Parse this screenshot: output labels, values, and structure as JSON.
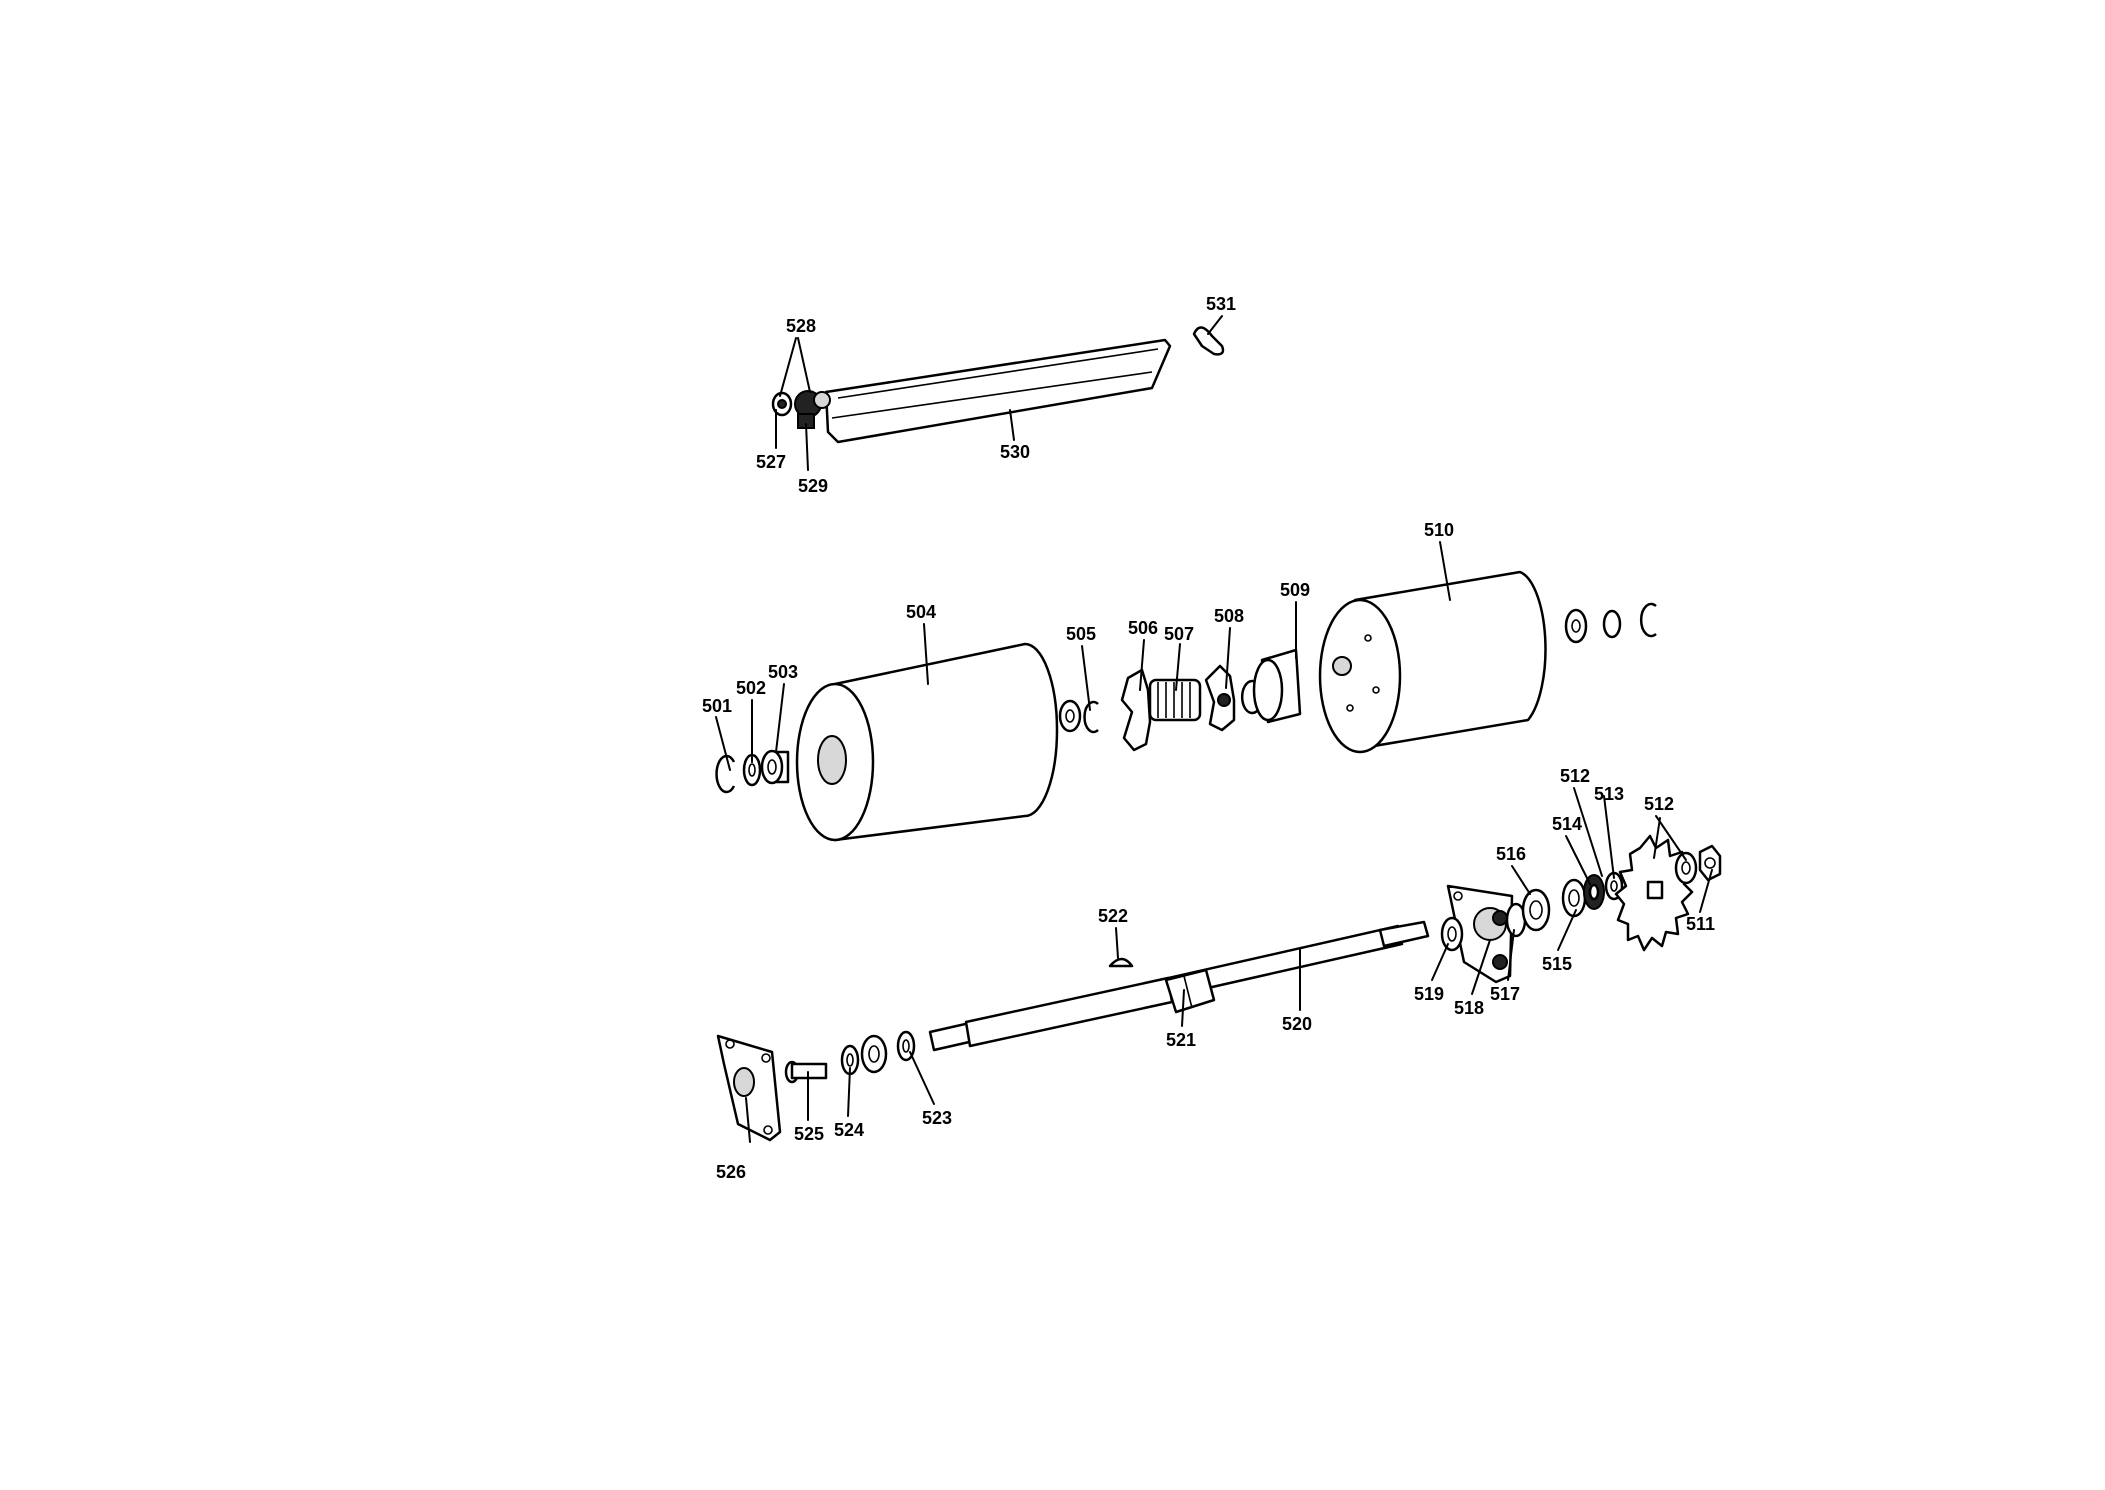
{
  "diagram": {
    "parts": {
      "p501": "501",
      "p502": "502",
      "p503": "503",
      "p504": "504",
      "p505": "505",
      "p506": "506",
      "p507": "507",
      "p508": "508",
      "p509": "509",
      "p510": "510",
      "p511": "511",
      "p512a": "512",
      "p512b": "512",
      "p513": "513",
      "p514": "514",
      "p515": "515",
      "p516": "516",
      "p517": "517",
      "p518": "518",
      "p519": "519",
      "p520": "520",
      "p521": "521",
      "p522": "522",
      "p523": "523",
      "p524": "524",
      "p525": "525",
      "p526": "526",
      "p527": "527",
      "p528": "528",
      "p529": "529",
      "p530": "530",
      "p531": "531"
    },
    "colors": {
      "ink": "#000000",
      "paper": "#ffffff"
    }
  }
}
